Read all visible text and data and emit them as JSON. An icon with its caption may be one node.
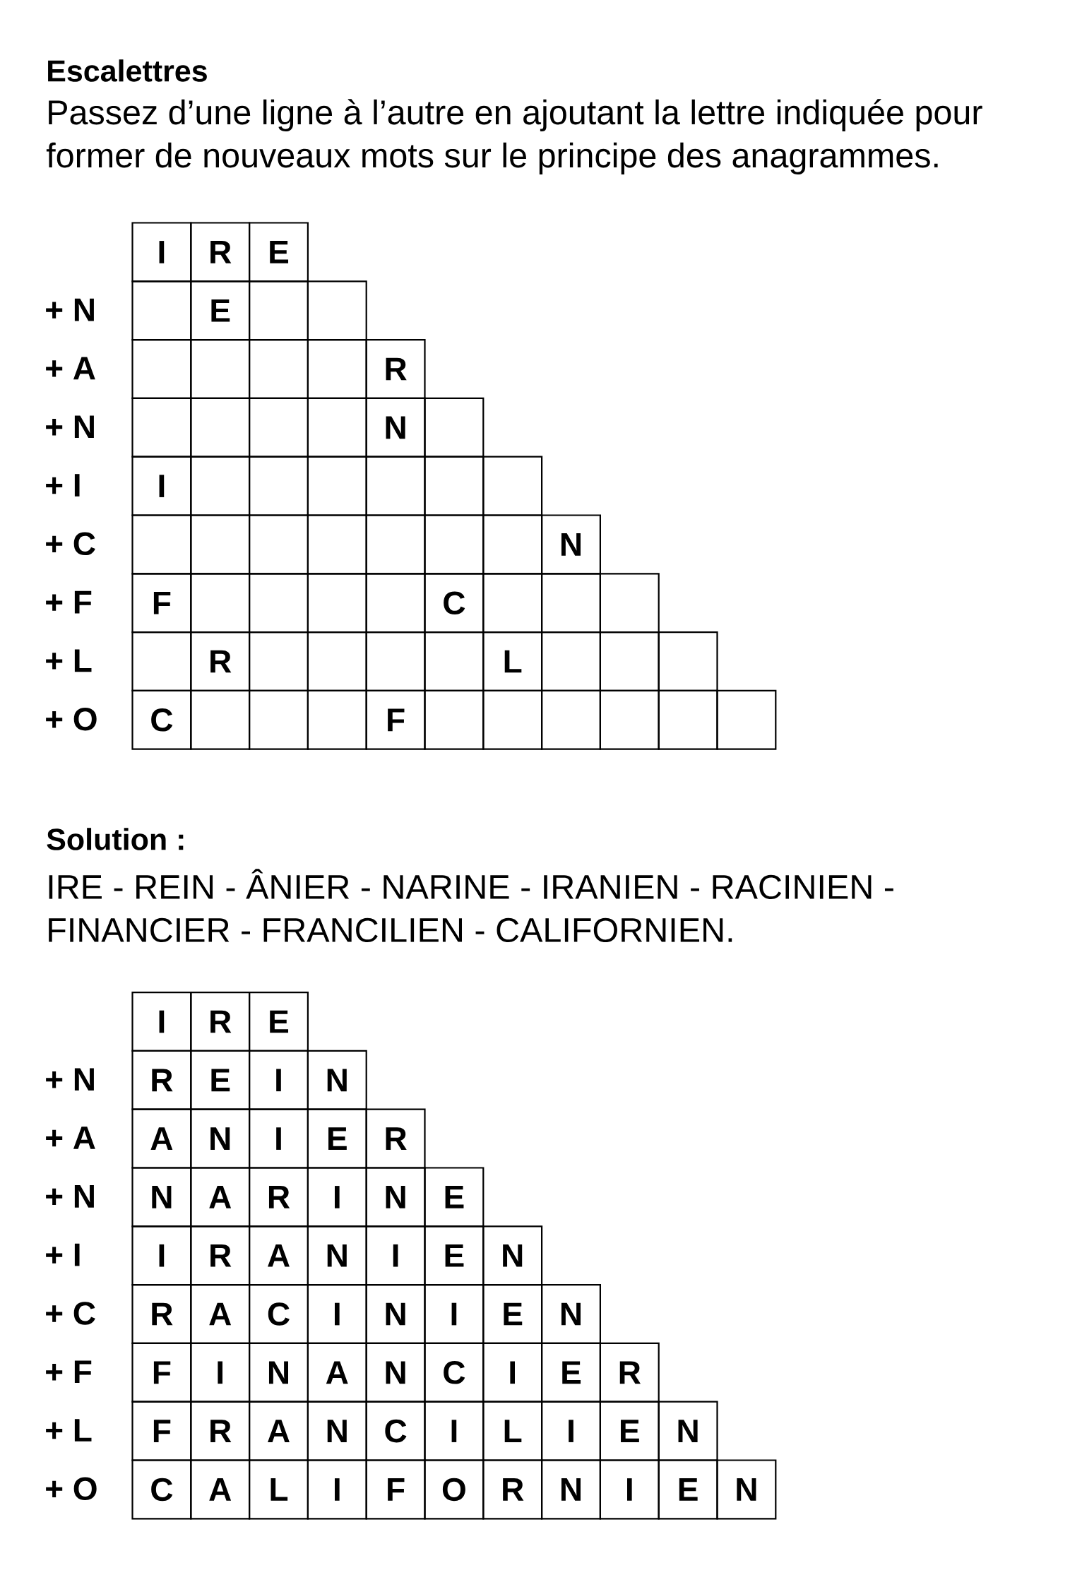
{
  "diagram": {
    "title": "Escalettres",
    "nodes": [
      {
        "text": [
          "I"
        ]
      },
      {
        "text": [
          "R"
        ]
      },
      {
        "text": [
          "E"
        ]
      },
      {
        "text": [],
        "shape": "box"
      },
      {
        "text": [
          "E"
        ]
      },
      {
        "text": [],
        "shape": "box"
      },
      {
        "text": [],
        "shape": "box"
      },
      {
        "text": [],
        "shape": "box"
      },
      {
        "text": [],
        "shape": "box"
      },
      {
        "text": [],
        "shape": "box"
      },
      {
        "text": [],
        "shape": "box"
      },
      {
        "text": [
          "R"
        ]
      },
      {
        "text": [],
        "shape": "box"
      },
      {
        "text": [],
        "shape": "box"
      },
      {
        "text": [],
        "shape": "box"
      },
      {
        "text": [],
        "shape": "box"
      },
      {
        "text": [
          "N"
        ]
      },
      {
        "text": [],
        "shape": "box"
      },
      {
        "text": [
          "I"
        ]
      },
      {
        "text": [],
        "shape": "box"
      },
      {
        "text": [],
        "shape": "box"
      },
      {
        "text": [],
        "shape": "box"
      },
      {
        "text": [],
        "shape": "box"
      },
      {
        "text": [],
        "shape": "box"
      },
      {
        "text": [],
        "shape": "box"
      },
      {
        "text": [],
        "shape": "box"
      },
      {
        "text": [],
        "shape": "box"
      },
      {
        "text": [],
        "shape": "box"
      },
      {
        "text": [],
        "shape": "box"
      },
      {
        "text": [],
        "shape": "box"
      },
      {
        "text": [],
        "shape": "box"
      },
      {
        "text": [],
        "shape": "box"
      },
      {
        "text": [
          "N"
        ]
      },
      {
        "text": [
          "F"
        ]
      },
      {
        "text": [],
        "shape": "box"
      },
      {
        "text": [],
        "shape": "box"
      },
      {
        "text": [],
        "shape": "box"
      },
      {
        "text": [],
        "shape": "box"
      },
      {
        "text": [
          "C"
        ]
      },
      {
        "text": [],
        "shape": "box"
      },
      {
        "text": [],
        "shape": "box"
      },
      {
        "text": [],
        "shape": "box"
      },
      {
        "text": [],
        "shape": "box"
      },
      {
        "text": [
          "R"
        ]
      },
      {
        "text": [],
        "shape": "box"
      },
      {
        "text": [],
        "shape": "box"
      },
      {
        "text": [],
        "shape": "box"
      },
      {
        "text": [],
        "shape": "box"
      },
      {
        "text": [
          "L"
        ]
      },
      {
        "text": [],
        "shape": "box"
      },
      {
        "text": [],
        "shape": "box"
      },
      {
        "text": [],
        "shape": "box"
      },
      {
        "text": [
          "C"
        ]
      },
      {
        "text": [],
        "shape": "box"
      },
      {
        "text": [],
        "shape": "box"
      },
      {
        "text": [],
        "shape": "box"
      },
      {
        "text": [
          "F"
        ]
      },
      {
        "text": [],
        "shape": "box"
      },
      {
        "text": [],
        "shape": "box"
      },
      {
        "text": [],
        "shape": "box"
      },
      {
        "text": [],
        "shape": "box"
      },
      {
        "text": [],
        "shape": "box"
      },
      {
        "text": [],
        "shape": "box"
      },
      {
        "text": [
          "I"
        ]
      },
      {
        "text": [
          "R"
        ]
      },
      {
        "text": [
          "E"
        ]
      },
      {
        "text": [
          "R"
        ]
      },
      {
        "text": [
          "E"
        ]
      },
      {
        "text": [
          "I"
        ]
      },
      {
        "text": [
          "N"
        ]
      },
      {
        "text": [
          "A"
        ]
      },
      {
        "text": [
          "N"
        ]
      },
      {
        "text": [
          "I"
        ]
      },
      {
        "text": [
          "E"
        ]
      },
      {
        "text": [
          "R"
        ]
      },
      {
        "text": [
          "N"
        ]
      },
      {
        "text": [
          "A"
        ]
      },
      {
        "text": [
          "R"
        ]
      },
      {
        "text": [
          "I"
        ]
      },
      {
        "text": [
          "N"
        ]
      },
      {
        "text": [
          "E"
        ]
      },
      {
        "text": [
          "I"
        ]
      },
      {
        "text": [
          "R"
        ]
      },
      {
        "text": [
          "A"
        ]
      },
      {
        "text": [
          "N"
        ]
      },
      {
        "text": [
          "I"
        ]
      },
      {
        "text": [
          "E"
        ]
      },
      {
        "text": [
          "N"
        ]
      },
      {
        "text": [
          "R"
        ]
      },
      {
        "text": [
          "A"
        ]
      },
      {
        "text": [
          "C"
        ]
      },
      {
        "text": [
          "I"
        ]
      },
      {
        "text": [
          "N"
        ]
      },
      {
        "text": [
          "I"
        ]
      },
      {
        "text": [
          "E"
        ]
      },
      {
        "text": [
          "N"
        ]
      },
      {
        "text": [
          "F"
        ]
      },
      {
        "text": [
          "I"
        ]
      },
      {
        "text": [
          "N"
        ]
      },
      {
        "text": [
          "A"
        ]
      },
      {
        "text": [
          "N"
        ]
      },
      {
        "text": [
          "C"
        ]
      },
      {
        "text": [
          "I"
        ]
      },
      {
        "text": [
          "E"
        ]
      },
      {
        "text": [
          "R"
        ]
      },
      {
        "text": [
          "F"
        ]
      },
      {
        "text": [
          "R"
        ]
      },
      {
        "text": [
          "A"
        ]
      },
      {
        "text": [
          "N"
        ]
      },
      {
        "text": [
          "C"
        ]
      },
      {
        "text": [
          "I"
        ]
      },
      {
        "text": [
          "L"
        ]
      },
      {
        "text": [
          "I"
        ]
      },
      {
        "text": [
          "E"
        ]
      },
      {
        "text": [
          "N"
        ]
      },
      {
        "text": [
          "C"
        ]
      },
      {
        "text": [
          "A"
        ]
      },
      {
        "text": [
          "L"
        ]
      },
      {
        "text": [
          "I"
        ]
      },
      {
        "text": [
          "F"
        ]
      },
      {
        "text": [
          "O"
        ]
      },
      {
        "text": [
          "R"
        ]
      },
      {
        "text": [
          "N"
        ]
      },
      {
        "text": [
          "I"
        ]
      },
      {
        "text": [
          "E"
        ]
      },
      {
        "text": [
          "N"
        ]
      }
    ],
    "labels": [
      "Passez d’une ligne à l’autre en ajoutant la lettre indiquée pour former de nouveaux mots sur le principe des anagrammes.",
      "+ N",
      "+ A",
      "+ N",
      "+ I",
      "+ C",
      "+ F",
      "+ L",
      "+ O",
      "Solution :",
      "IRE - REIN - ÂNIER - NARINE - IRANIEN - RACINIEN - FINANCIER - FRANCILIEN - CALIFORNIEN.",
      "+ N",
      "+ A",
      "+ N",
      "+ I",
      "+ C",
      "+ F",
      "+ L",
      "+ O"
    ]
  }
}
